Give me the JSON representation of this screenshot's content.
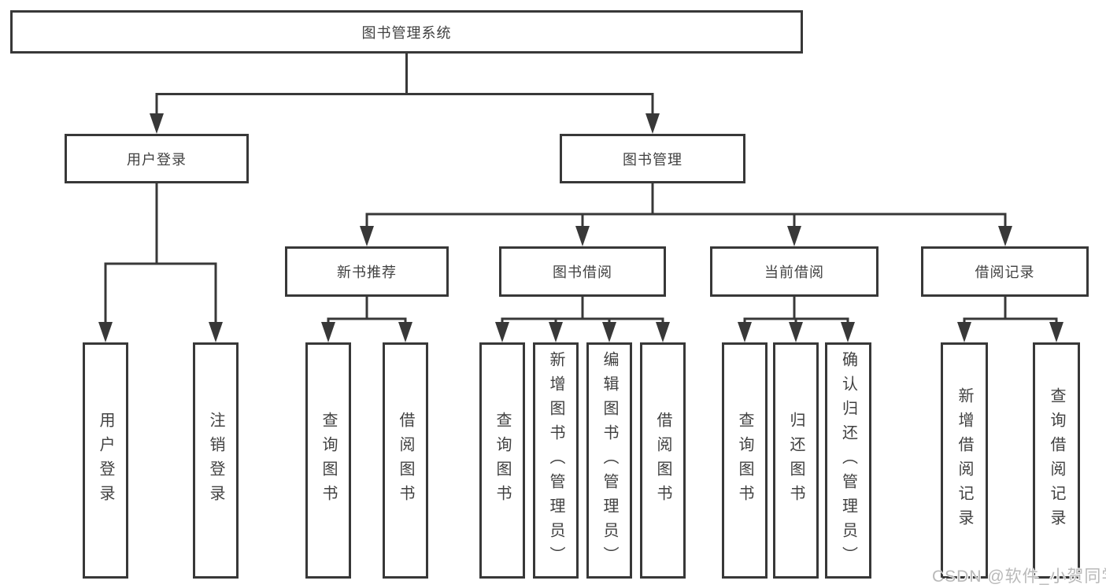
{
  "diagram": {
    "root": {
      "label": "图书管理系统"
    },
    "level2": [
      {
        "label": "用户登录"
      },
      {
        "label": "图书管理"
      }
    ],
    "level3": [
      {
        "label": "新书推荐"
      },
      {
        "label": "图书借阅"
      },
      {
        "label": "当前借阅"
      },
      {
        "label": "借阅记录"
      }
    ],
    "leaves": {
      "login": [
        {
          "label": "用户登录"
        },
        {
          "label": "注销登录"
        }
      ],
      "recommend": [
        {
          "label": "查询图书"
        },
        {
          "label": "借阅图书"
        }
      ],
      "borrow": [
        {
          "label": "查询图书"
        },
        {
          "label": "新增图书（管理员）"
        },
        {
          "label": "编辑图书（管理员）"
        },
        {
          "label": "借阅图书"
        }
      ],
      "current": [
        {
          "label": "查询图书"
        },
        {
          "label": "归还图书"
        },
        {
          "label": "确认归还（管理员）"
        }
      ],
      "records": [
        {
          "label": "新增借阅记录"
        },
        {
          "label": "查询借阅记录"
        }
      ]
    }
  },
  "watermark": {
    "text": "CSDN @软件_小贺同学"
  },
  "colors": {
    "line": "#383838",
    "text": "#414141",
    "box-bg": "#ffffff",
    "watermark": "#b9b9b9",
    "background": "#ffffff"
  }
}
